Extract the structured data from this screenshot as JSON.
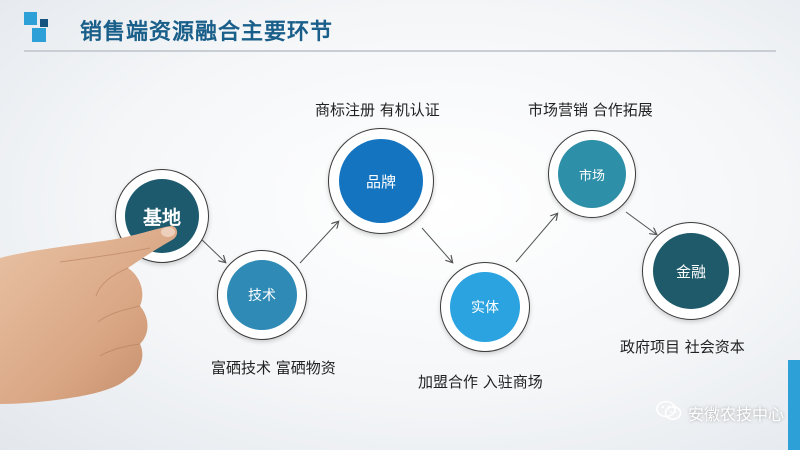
{
  "title": "销售端资源融合主要环节",
  "nodes": {
    "jidi": {
      "label": "基地",
      "color": "#1d5a6e"
    },
    "jishu": {
      "label": "技术",
      "color": "#2f8ab6"
    },
    "pinpai": {
      "label": "品牌",
      "color": "#1474c0"
    },
    "shiti": {
      "label": "实体",
      "color": "#2aa3e0"
    },
    "shichang": {
      "label": "市场",
      "color": "#2e8fa8"
    },
    "jinrong": {
      "label": "金融",
      "color": "#1e5a6a"
    }
  },
  "captions": {
    "jishu": "富硒技术 富硒物资",
    "pinpai": "商标注册 有机认证",
    "shiti": "加盟合作 入驻商场",
    "shichang": "市场营销 合作拓展",
    "jinrong": "政府项目  社会资本"
  },
  "footer": {
    "text": "安徽农技中心",
    "icon": "wechat-icon"
  },
  "colors": {
    "accent": "#2ea0d8",
    "title": "#1a5f8a"
  }
}
